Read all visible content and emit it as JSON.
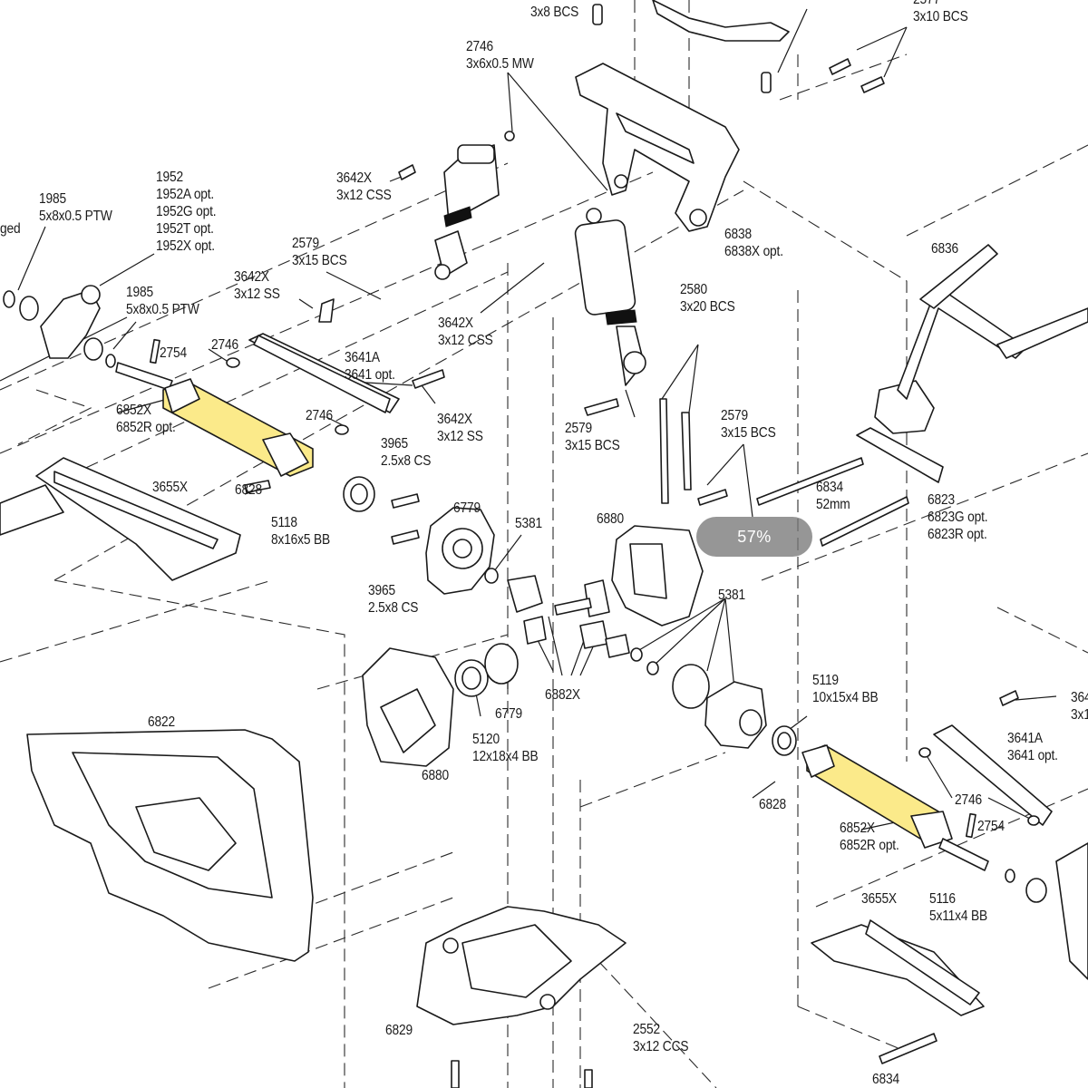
{
  "viewer": {
    "zoom_level": "57%"
  },
  "labels": {
    "l2575": "3x8 BCS",
    "l2577": "2577\n3x10 BCS",
    "l2746top": "2746\n3x6x0.5 MW",
    "l1985a": "1985\n5x8x0.5 PTW",
    "l1952": "1952\n1952A opt.\n1952G opt.\n1952T opt.\n1952X opt.",
    "lged": "ged",
    "l3642x_css_a": "3642X\n3x12 CSS",
    "l2579a": "2579\n3x15 BCS",
    "l3642x_ss_a": "3642X\n3x12 SS",
    "l1985b": "1985\n5x8x0.5 PTW",
    "l2754a": "2754",
    "l2746a": "2746",
    "l3641a_a": "3641A\n3641 opt.",
    "l3642x_css_b": "3642X\n3x12 CSS",
    "l6838": "6838\n6838X opt.",
    "l6836": "6836",
    "l2580": "2580\n3x20 BCS",
    "l6852x_a": "6852X\n6852R opt.",
    "l2746b": "2746",
    "l3642x_ss_b": "3642X\n3x12 SS",
    "l2579b": "2579\n3x15 BCS",
    "l2579c": "2579\n3x15 BCS",
    "l3655x_a": "3655X",
    "l6828a": "6828",
    "l3965a": "3965\n2.5x8 CS",
    "l6834a": "6834\n52mm",
    "l6823": "6823\n6823G opt.\n6823R opt.",
    "l5118": "5118\n8x16x5  BB",
    "l6779a": "6779",
    "l5381a": "5381",
    "l6880a": "6880",
    "l3965b": "3965\n2.5x8 CS",
    "l5381b": "5381",
    "l6822": "6822",
    "l6779b": "6779",
    "l6882x": "6882X",
    "l5119": "5119\n10x15x4 BB",
    "l364x": "364\n3x1",
    "l3641a_b": "3641A\n3641 opt.",
    "l5120": "5120\n12x18x4 BB",
    "l6880b": "6880",
    "l6828b": "6828",
    "l2746c": "2746",
    "l2754b": "2754",
    "l6852x_b": "6852X\n6852R opt.",
    "l3655x_b": "3655X",
    "l5116": "5116\n5x11x4 BB",
    "l6829": "6829",
    "l2552": "2552\n3x12 CCS",
    "l6834b": "6834"
  }
}
